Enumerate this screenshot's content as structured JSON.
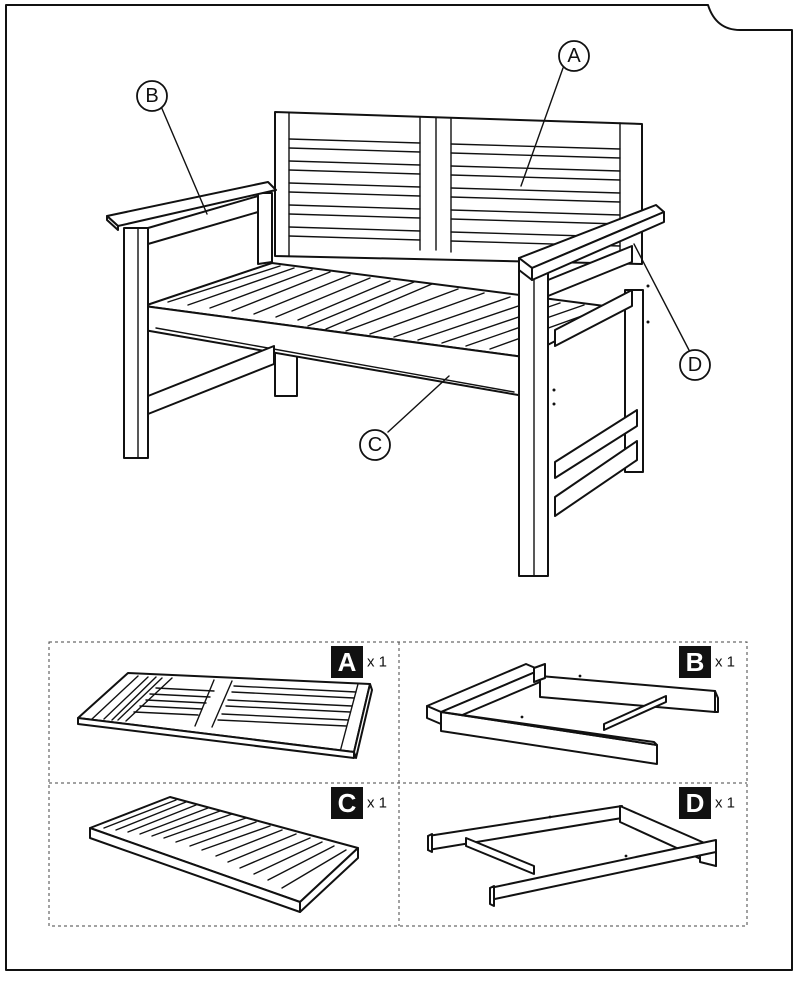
{
  "callouts": {
    "a": "A",
    "b": "B",
    "c": "C",
    "d": "D"
  },
  "parts": [
    {
      "letter": "A",
      "quantity": "x 1"
    },
    {
      "letter": "B",
      "quantity": "x 1"
    },
    {
      "letter": "C",
      "quantity": "x 1"
    },
    {
      "letter": "D",
      "quantity": "x 1"
    }
  ]
}
